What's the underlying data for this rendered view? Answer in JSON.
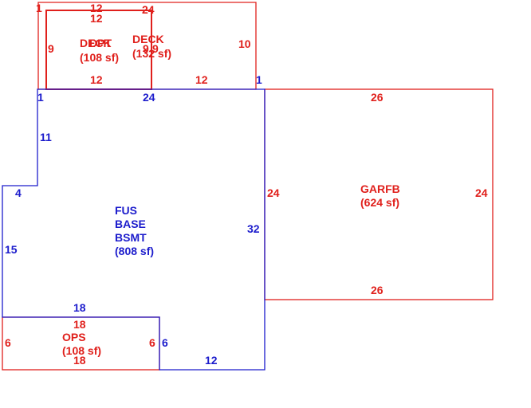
{
  "colors": {
    "red": "#e0201c",
    "blue": "#1c1ccc",
    "background": "#ffffff"
  },
  "areas": {
    "deck": {
      "name": "DECK",
      "size": "(132 sf)"
    },
    "dpt": {
      "name": "DPT",
      "size": "(108 sf)"
    },
    "dpt_overlap": {
      "name": "DECK",
      "code": "DPT"
    },
    "garfb": {
      "name": "GARFB",
      "size": "(624 sf)"
    },
    "main": {
      "line1": "FUS",
      "line2": "BASE",
      "line3": "BSMT",
      "size": "(808 sf)"
    },
    "ops": {
      "name": "OPS",
      "size": "(108 sf)"
    }
  },
  "dimensions": {
    "deck_top_left": "1",
    "dpt_top": "12",
    "dpt_top_inner": "12",
    "deck_top_right": "24",
    "dpt_left": "9",
    "deck_mid": "9",
    "deck_mid2": "9",
    "deck_right": "10",
    "dpt_bottom": "12",
    "deck_bottom": "12",
    "deck_corner": "1",
    "main_top_left": "1",
    "main_top": "24",
    "garfb_top": "26",
    "main_left_upper": "11",
    "garfb_left": "24",
    "garfb_right": "24",
    "main_step": "4",
    "main_right": "32",
    "main_left_lower": "15",
    "garfb_bottom": "26",
    "main_bottom_left": "18",
    "ops_top": "18",
    "ops_left": "6",
    "ops_right": "6",
    "main_step_lower": "6",
    "main_bottom_right": "12",
    "ops_bottom": "18"
  }
}
